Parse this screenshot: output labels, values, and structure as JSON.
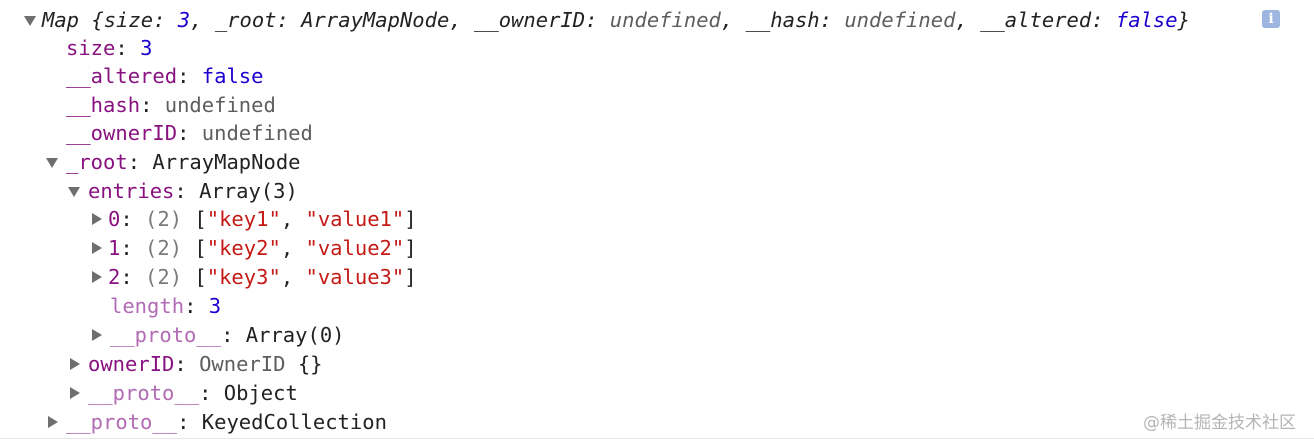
{
  "header": {
    "open": "Map {",
    "k_size": "size",
    "v_size": "3",
    "k_root": "_root",
    "v_root": "ArrayMapNode",
    "k_owner": "__ownerID",
    "v_owner": "undefined",
    "k_hash": "__hash",
    "v_hash": "undefined",
    "k_altered": "__altered",
    "v_altered": "false",
    "close": "}",
    "sep": ": ",
    "comma": ", ",
    "info_icon": "info-icon",
    "info_glyph": "i"
  },
  "props": {
    "size_key": "size",
    "size_val": "3",
    "altered_key": "__altered",
    "altered_val": "false",
    "hash_key": "__hash",
    "hash_val": "undefined",
    "owner_key": "__ownerID",
    "owner_val": "undefined",
    "root_key": "_root",
    "root_val": "ArrayMapNode",
    "entries_key": "entries",
    "entries_val": "Array(3)",
    "entries": [
      {
        "index": "0",
        "count": "(2)",
        "k": "\"key1\"",
        "v": "\"value1\""
      },
      {
        "index": "1",
        "count": "(2)",
        "k": "\"key2\"",
        "v": "\"value2\""
      },
      {
        "index": "2",
        "count": "(2)",
        "k": "\"key3\"",
        "v": "\"value3\""
      }
    ],
    "length_key": "length",
    "length_val": "3",
    "arr_proto_key": "__proto__",
    "arr_proto_val": "Array(0)",
    "ownerid_key": "ownerID",
    "ownerid_type": "OwnerID",
    "ownerid_val": "{}",
    "root_proto_key": "__proto__",
    "root_proto_val": "Object",
    "map_proto_key": "__proto__",
    "map_proto_val": "KeyedCollection"
  },
  "punct": {
    "colon": ": ",
    "lbr": "[",
    "rbr": "]",
    "comma": ", "
  },
  "colors": {
    "key": "#881280",
    "number": "#1c00cf",
    "string": "#c41a16",
    "undefined": "#5e5e5e"
  },
  "watermark": "@稀土掘金技术社区"
}
